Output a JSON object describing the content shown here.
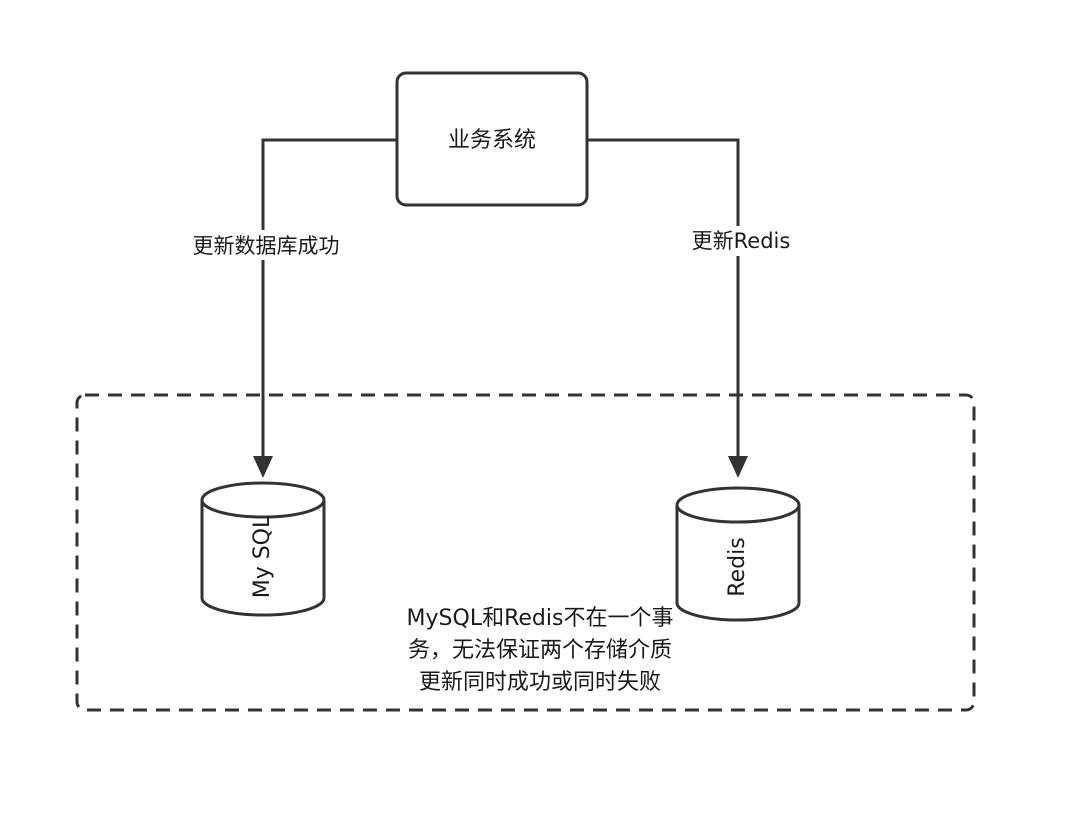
{
  "nodes": {
    "system": "业务系统",
    "mysql": "My SQL",
    "redis": "Redis"
  },
  "edges": {
    "left": "更新数据库成功",
    "right": "更新Redis"
  },
  "note": {
    "line1": "MySQL和Redis不在一个事",
    "line2": "务，无法保证两个存储介质",
    "line3": "更新同时成功或同时失败"
  }
}
